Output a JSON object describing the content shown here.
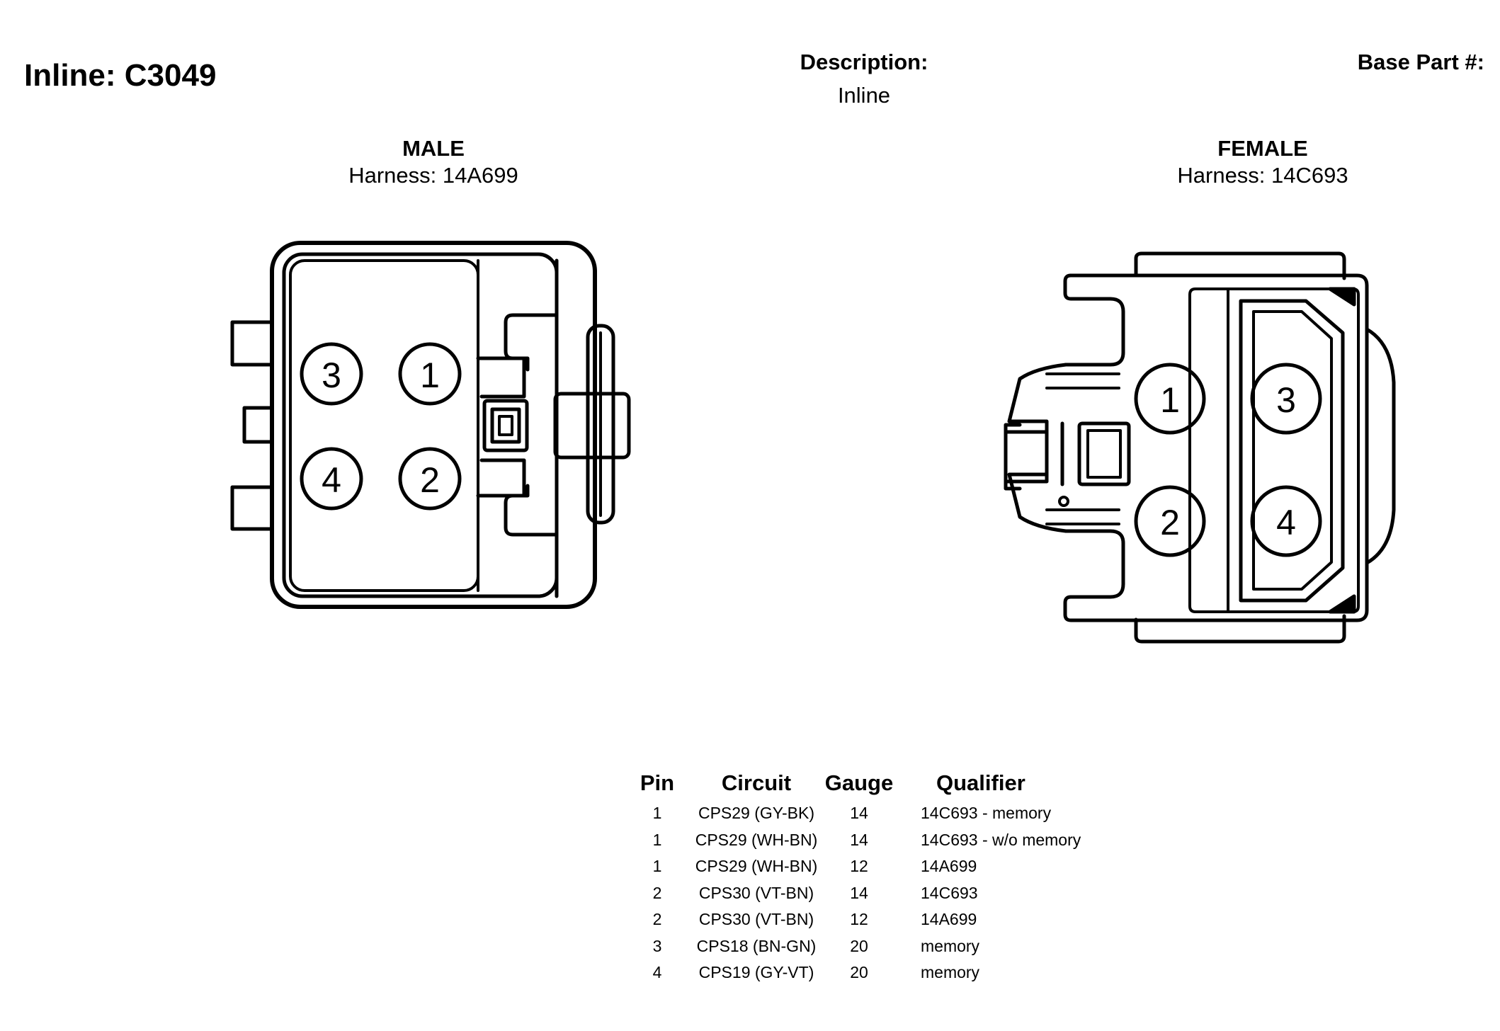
{
  "header": {
    "title": "Inline: C3049",
    "description_label": "Description:",
    "description_value": "Inline",
    "base_part_label": "Base Part #:"
  },
  "male": {
    "title": "MALE",
    "harness": "Harness: 14A699",
    "pins": [
      "3",
      "1",
      "4",
      "2"
    ]
  },
  "female": {
    "title": "FEMALE",
    "harness": "Harness: 14C693",
    "pins": [
      "1",
      "3",
      "2",
      "4"
    ]
  },
  "table": {
    "headers": [
      "Pin",
      "Circuit",
      "Gauge",
      "Qualifier"
    ],
    "rows": [
      [
        "1",
        "CPS29 (GY-BK)",
        "14",
        "14C693 - memory"
      ],
      [
        "1",
        "CPS29 (WH-BN)",
        "14",
        "14C693 - w/o memory"
      ],
      [
        "1",
        "CPS29 (WH-BN)",
        "12",
        "14A699"
      ],
      [
        "2",
        "CPS30 (VT-BN)",
        "14",
        "14C693"
      ],
      [
        "2",
        "CPS30 (VT-BN)",
        "12",
        "14A699"
      ],
      [
        "3",
        "CPS18 (BN-GN)",
        "20",
        "memory"
      ],
      [
        "4",
        "CPS19 (GY-VT)",
        "20",
        "memory"
      ]
    ]
  }
}
